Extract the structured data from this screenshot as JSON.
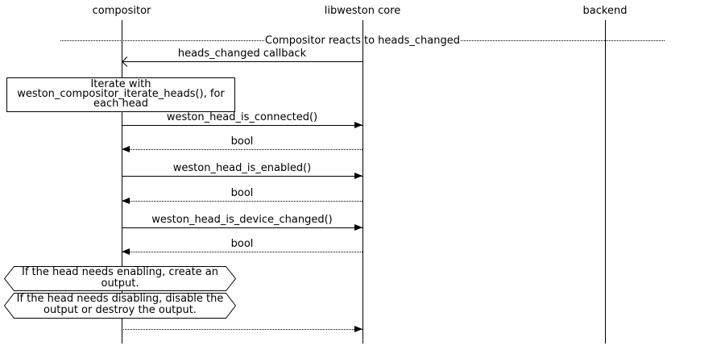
{
  "participants": [
    {
      "label": "compositor"
    },
    {
      "label": "libweston core"
    },
    {
      "label": "backend"
    }
  ],
  "divider": {
    "label": "Compositor reacts to heads_changed"
  },
  "messages": [
    {
      "label": "heads_changed callback",
      "from": "libweston core",
      "to": "compositor",
      "line": "solid",
      "arrowhead": "open"
    },
    {
      "label": "weston_head_is_connected()",
      "from": "compositor",
      "to": "libweston core",
      "line": "solid",
      "arrowhead": "filled"
    },
    {
      "label": "bool",
      "from": "libweston core",
      "to": "compositor",
      "line": "dotted",
      "arrowhead": "filled"
    },
    {
      "label": "weston_head_is_enabled()",
      "from": "compositor",
      "to": "libweston core",
      "line": "solid",
      "arrowhead": "filled"
    },
    {
      "label": "bool",
      "from": "libweston core",
      "to": "compositor",
      "line": "dotted",
      "arrowhead": "filled"
    },
    {
      "label": "weston_head_is_device_changed()",
      "from": "compositor",
      "to": "libweston core",
      "line": "solid",
      "arrowhead": "filled"
    },
    {
      "label": "bool",
      "from": "libweston core",
      "to": "compositor",
      "line": "dotted",
      "arrowhead": "filled"
    },
    {
      "label": "",
      "from": "compositor",
      "to": "libweston core",
      "line": "dotted",
      "arrowhead": "filled"
    }
  ],
  "notes": [
    {
      "shape": "rectangle",
      "text": "Iterate with weston_compositor_iterate_heads(), for each head"
    },
    {
      "shape": "hexagon",
      "text": "If the head needs enabling, create an output."
    },
    {
      "shape": "hexagon",
      "text": "If the head needs disabling, disable the output or destroy the output."
    }
  ],
  "colors": {
    "line": "#000000",
    "background": "#ffffff",
    "text": "#000000"
  }
}
